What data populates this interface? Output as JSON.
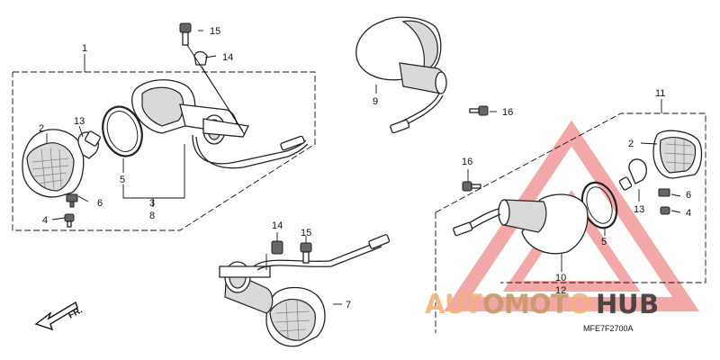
{
  "callouts": {
    "c1": "1",
    "c2_left": "2",
    "c13_left": "13",
    "c5_left": "5",
    "c6_left": "6",
    "c4_left": "4",
    "c3": "3",
    "c8": "8",
    "c15_top": "15",
    "c14_top": "14",
    "c9": "9",
    "c16_top": "16",
    "c11": "11",
    "c2_right": "2",
    "c16_mid": "16",
    "c6_right": "6",
    "c13_right": "13",
    "c4_right": "4",
    "c5_right": "5",
    "c14_bottom": "14",
    "c15_bottom": "15",
    "c7": "7",
    "c10": "10",
    "c12": "12"
  },
  "diagram_code": "MFE7F2700A",
  "direction_label": "FR.",
  "watermark": {
    "text": "AUTOMOTOHUB",
    "colors": {
      "triangle": "#f08a8a",
      "letters_light": "#f2b27a",
      "letters_mid": "#c79a6a",
      "letters_dark": "#3a3a3a"
    }
  }
}
